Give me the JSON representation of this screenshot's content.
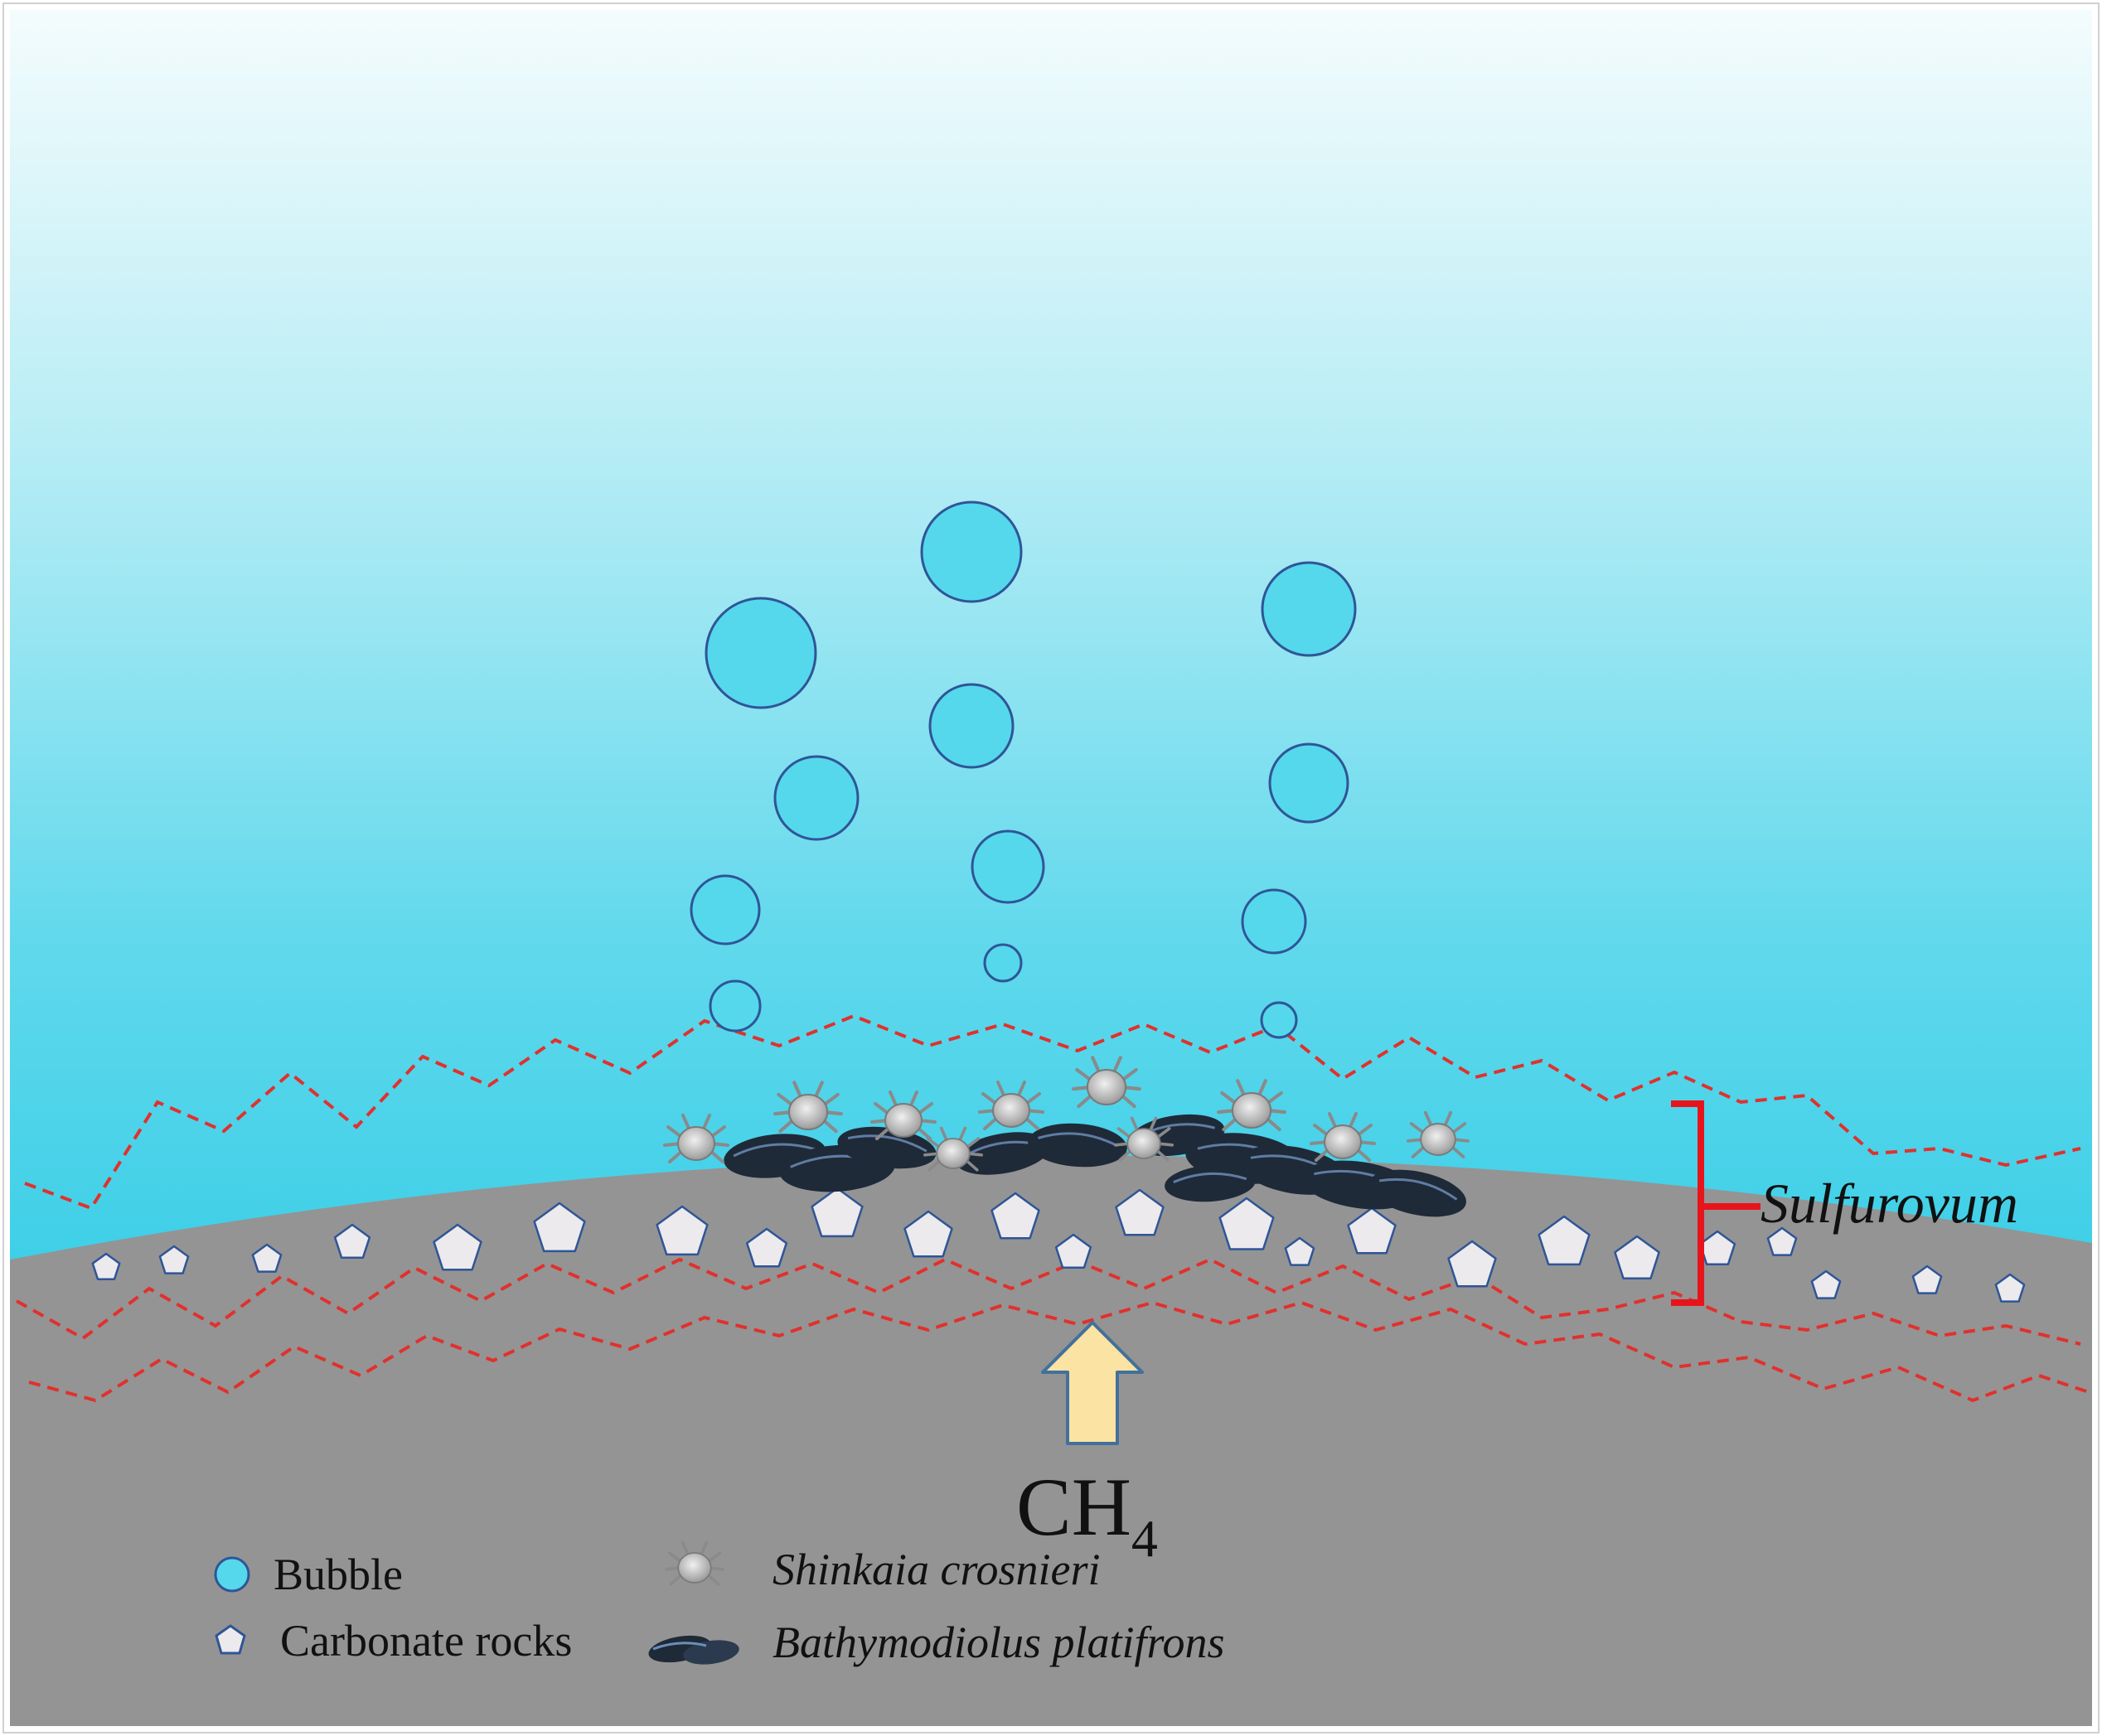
{
  "labels": {
    "zone": "Sulfurovum",
    "gas_main": "CH",
    "gas_sub": "4"
  },
  "legend": {
    "bubble": "Bubble",
    "rocks": "Carbonate rocks",
    "crab": "Shinkaia crosnieri",
    "mussel": "Bathymodiolus platifrons"
  },
  "colors": {
    "water_top": "#f4fcfd",
    "water_bottom": "#0fc3e0",
    "sediment": "#949494",
    "bubble_fill": "#55d8ec",
    "bubble_stroke": "#2f5597",
    "rock_fill": "#eceaec",
    "rock_stroke": "#2f5597",
    "zone_line": "#e0312d",
    "bracket": "#e8141b",
    "arrow_fill": "#fbe3a3",
    "arrow_stroke": "#41719c",
    "mussel": "#1f2a38",
    "crab": "#cfcfcf"
  },
  "icons": {
    "bubble": "bubble-icon",
    "rock": "carbonate-rock-icon",
    "crab": "crab-icon",
    "mussel": "mussel-icon",
    "arrow": "up-arrow-icon"
  }
}
